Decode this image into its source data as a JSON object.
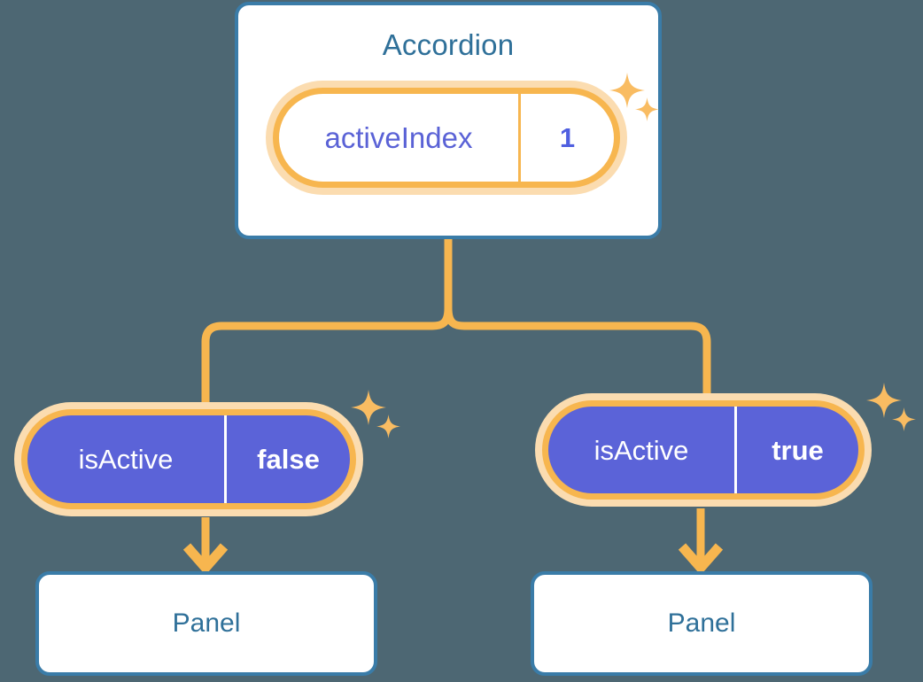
{
  "theme": {
    "background": "#4d6773",
    "card_border": "#3a7ca8",
    "card_fill": "#ffffff",
    "card_text": "#2f7099",
    "accent_orange": "#f7b64f",
    "accent_orange_halo": "#fbdcb0",
    "state_purple": "#5b63d8",
    "state_text_purple": "#5a62d6",
    "state_text_white": "#ffffff"
  },
  "diagram": {
    "type": "component-state-tree",
    "root": {
      "title": "Accordion",
      "state": {
        "name": "activeIndex",
        "value": "1"
      }
    },
    "children": [
      {
        "state": {
          "name": "isActive",
          "value": "false"
        },
        "title": "Panel"
      },
      {
        "state": {
          "name": "isActive",
          "value": "true"
        },
        "title": "Panel"
      }
    ]
  },
  "icons": {
    "sparkle_large": "sparkle-large-icon",
    "sparkle_small": "sparkle-small-icon",
    "arrow_down": "arrow-down-icon"
  }
}
